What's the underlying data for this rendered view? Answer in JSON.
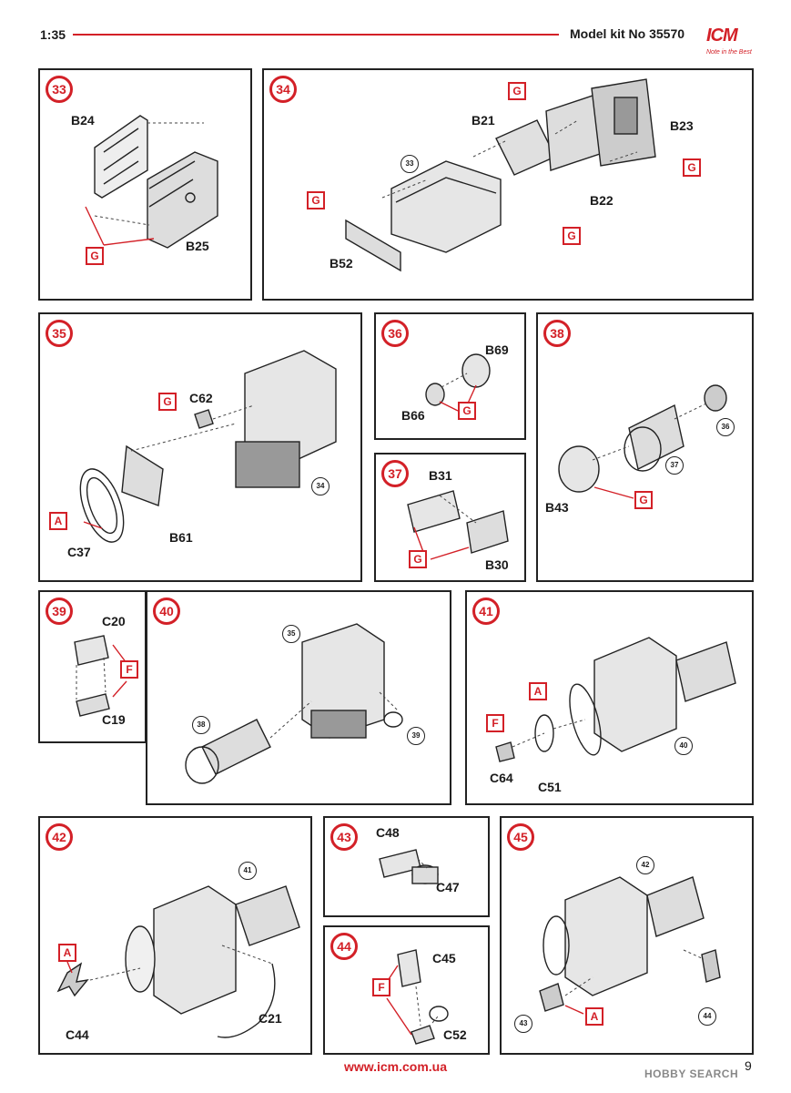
{
  "header": {
    "scale": "1:35",
    "kit": "Model kit No 35570",
    "logo_text": "ICM",
    "logo_tagline": "Note in the Best"
  },
  "colors": {
    "accent": "#d32027",
    "ink": "#1a1a1a",
    "frame": "#222222"
  },
  "steps": {
    "s33": {
      "num": "33",
      "parts": [
        "B24",
        "B25"
      ],
      "tags": [
        "G"
      ]
    },
    "s34": {
      "num": "34",
      "parts": [
        "B21",
        "B23",
        "B22",
        "B52"
      ],
      "tags": [
        "G",
        "G",
        "G",
        "G"
      ],
      "refs": [
        "33"
      ]
    },
    "s35": {
      "num": "35",
      "parts": [
        "C62",
        "B61",
        "C37"
      ],
      "tags": [
        "G",
        "A"
      ],
      "refs": [
        "34"
      ]
    },
    "s36": {
      "num": "36",
      "parts": [
        "B69",
        "B66"
      ],
      "tags": [
        "G"
      ]
    },
    "s37": {
      "num": "37",
      "parts": [
        "B31",
        "B30"
      ],
      "tags": [
        "G"
      ]
    },
    "s38": {
      "num": "38",
      "parts": [
        "B43"
      ],
      "tags": [
        "G"
      ],
      "refs": [
        "36",
        "37"
      ]
    },
    "s39": {
      "num": "39",
      "parts": [
        "C20",
        "C19"
      ],
      "tags": [
        "F"
      ]
    },
    "s40": {
      "num": "40",
      "parts": [],
      "refs": [
        "35",
        "38",
        "39"
      ]
    },
    "s41": {
      "num": "41",
      "parts": [
        "C64",
        "C51"
      ],
      "tags": [
        "A",
        "F"
      ],
      "refs": [
        "40"
      ]
    },
    "s42": {
      "num": "42",
      "parts": [
        "C44",
        "C21"
      ],
      "tags": [
        "A"
      ],
      "refs": [
        "41"
      ]
    },
    "s43": {
      "num": "43",
      "parts": [
        "C48",
        "C47"
      ]
    },
    "s44": {
      "num": "44",
      "parts": [
        "C45",
        "C52"
      ],
      "tags": [
        "F"
      ]
    },
    "s45": {
      "num": "45",
      "parts": [],
      "tags": [
        "A"
      ],
      "refs": [
        "42",
        "43",
        "44"
      ]
    }
  },
  "footer": {
    "url": "www.icm.com.ua",
    "page": "9",
    "watermark": "HOBBY SEARCH"
  }
}
